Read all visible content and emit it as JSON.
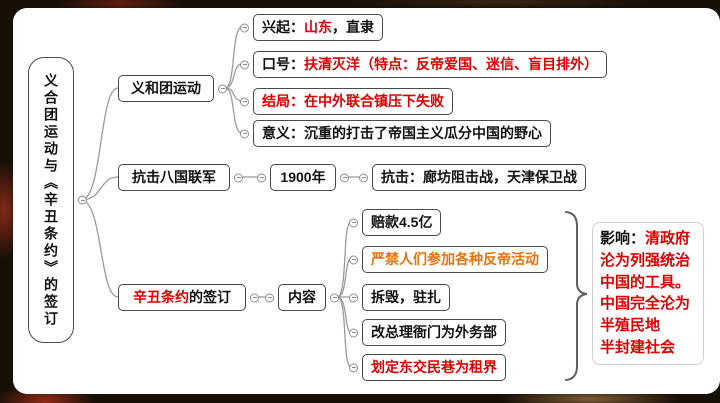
{
  "colors": {
    "red": "#dc0000",
    "orange": "#e8720c",
    "ink": "#111111",
    "line": "#9a9a9a",
    "brace": "#5f5f5f",
    "border": "#4a4a4a",
    "panel": "#ffffff"
  },
  "root": {
    "title": "义合团运动与《辛丑条约》的签订"
  },
  "boxer": {
    "label": "义和团运动",
    "rise": {
      "prefix": "兴起：",
      "em": "山东",
      "suffix": "，直隶"
    },
    "slogan": {
      "prefix": "口号：",
      "red_text": "扶清灭洋（特点：反帝爱国、迷信、盲目排外）"
    },
    "outcome": "结局：在中外联合镇压下失败",
    "meaning": "意义：沉重的打击了帝国主义瓜分中国的野心"
  },
  "alliance": {
    "label": "抗击八国联军",
    "year": "1900年",
    "battles": "抗击：廊坊阻击战，天津保卫战"
  },
  "treaty": {
    "label_em": "辛丑条约",
    "label_suffix": "的签订",
    "content_label": "内容",
    "items": [
      "赔款4.5亿",
      "严禁人们参加各种反帝活动",
      "拆毁，驻扎",
      "改总理衙门为外务部",
      "划定东交民巷为租界"
    ],
    "impact": {
      "prefix": "影响：",
      "text": "清政府\n沦为列强统治\n中国的工具。\n中国完全沦为\n半殖民地\n半封建社会"
    }
  }
}
